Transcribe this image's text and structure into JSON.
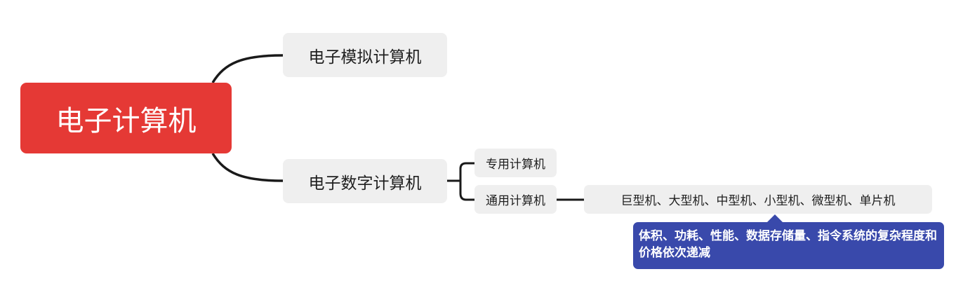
{
  "root": {
    "label": "电子计算机",
    "color": "#e53935"
  },
  "branches": [
    {
      "label": "电子模拟计算机"
    },
    {
      "label": "电子数字计算机",
      "children": [
        {
          "label": "专用计算机"
        },
        {
          "label": "通用计算机",
          "children": [
            {
              "label": "巨型机、大型机、中型机、小型机、微型机、单片机",
              "note": "体积、功耗、性能、数据存储量、指令系统的复杂程度和价格依次递减"
            }
          ]
        }
      ]
    }
  ],
  "colors": {
    "connector": "#1a1a1a",
    "topic_fill": "#efefef",
    "note_fill": "#3949ab"
  }
}
